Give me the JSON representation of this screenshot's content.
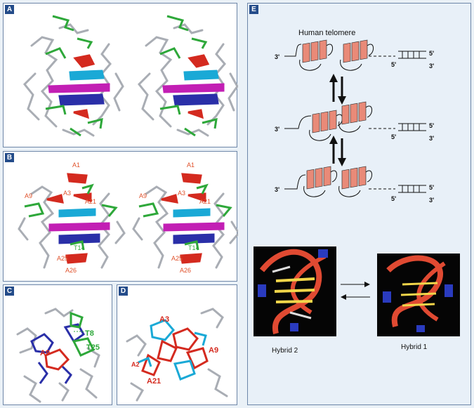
{
  "panels": {
    "a": {
      "label": "A"
    },
    "b": {
      "label": "B",
      "labels": [
        "A1",
        "A9",
        "A3",
        "A21",
        "T14",
        "A25",
        "A26"
      ]
    },
    "c": {
      "label": "C",
      "labels": [
        "T8",
        "A9",
        "T25"
      ]
    },
    "d": {
      "label": "D",
      "labels": [
        "A3",
        "A9",
        "A21",
        "A2"
      ]
    },
    "e": {
      "label": "E",
      "title": "Human telomere",
      "prime3": "3'",
      "prime5": "5'",
      "caption_left": "Hybrid 2",
      "caption_right": "Hybrid 1"
    }
  },
  "colors": {
    "stick": "#a9adb4",
    "green": "#2ea83a",
    "red": "#d42a1f",
    "cyan": "#1aa9d6",
    "magenta": "#c21fb4",
    "blue": "#2a2fa8",
    "salmon": "#e98a78",
    "panel_border": "#6d86a8",
    "label_bg": "#244c8a"
  }
}
